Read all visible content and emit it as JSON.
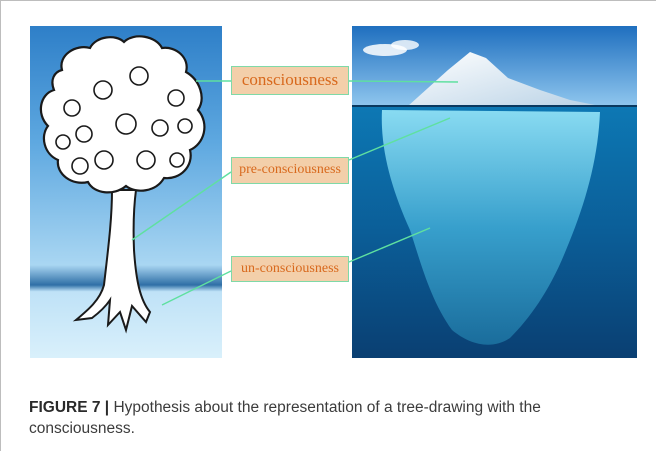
{
  "figure": {
    "labels": {
      "consciousness": "consciousness",
      "pre_consciousness": "pre-consciousness",
      "un_consciousness": "un-consciousness"
    },
    "colors": {
      "label_fill": "#f3cfaa",
      "label_border": "#7fd9a8",
      "label_text": "#d8691d",
      "connector": "#5fe0a0",
      "sky": "#3b8fd0",
      "ocean": "#0d6aa8"
    }
  },
  "caption": {
    "label": "FIGURE 7 |",
    "text": " Hypothesis about the representation of a tree-drawing with the consciousness."
  }
}
